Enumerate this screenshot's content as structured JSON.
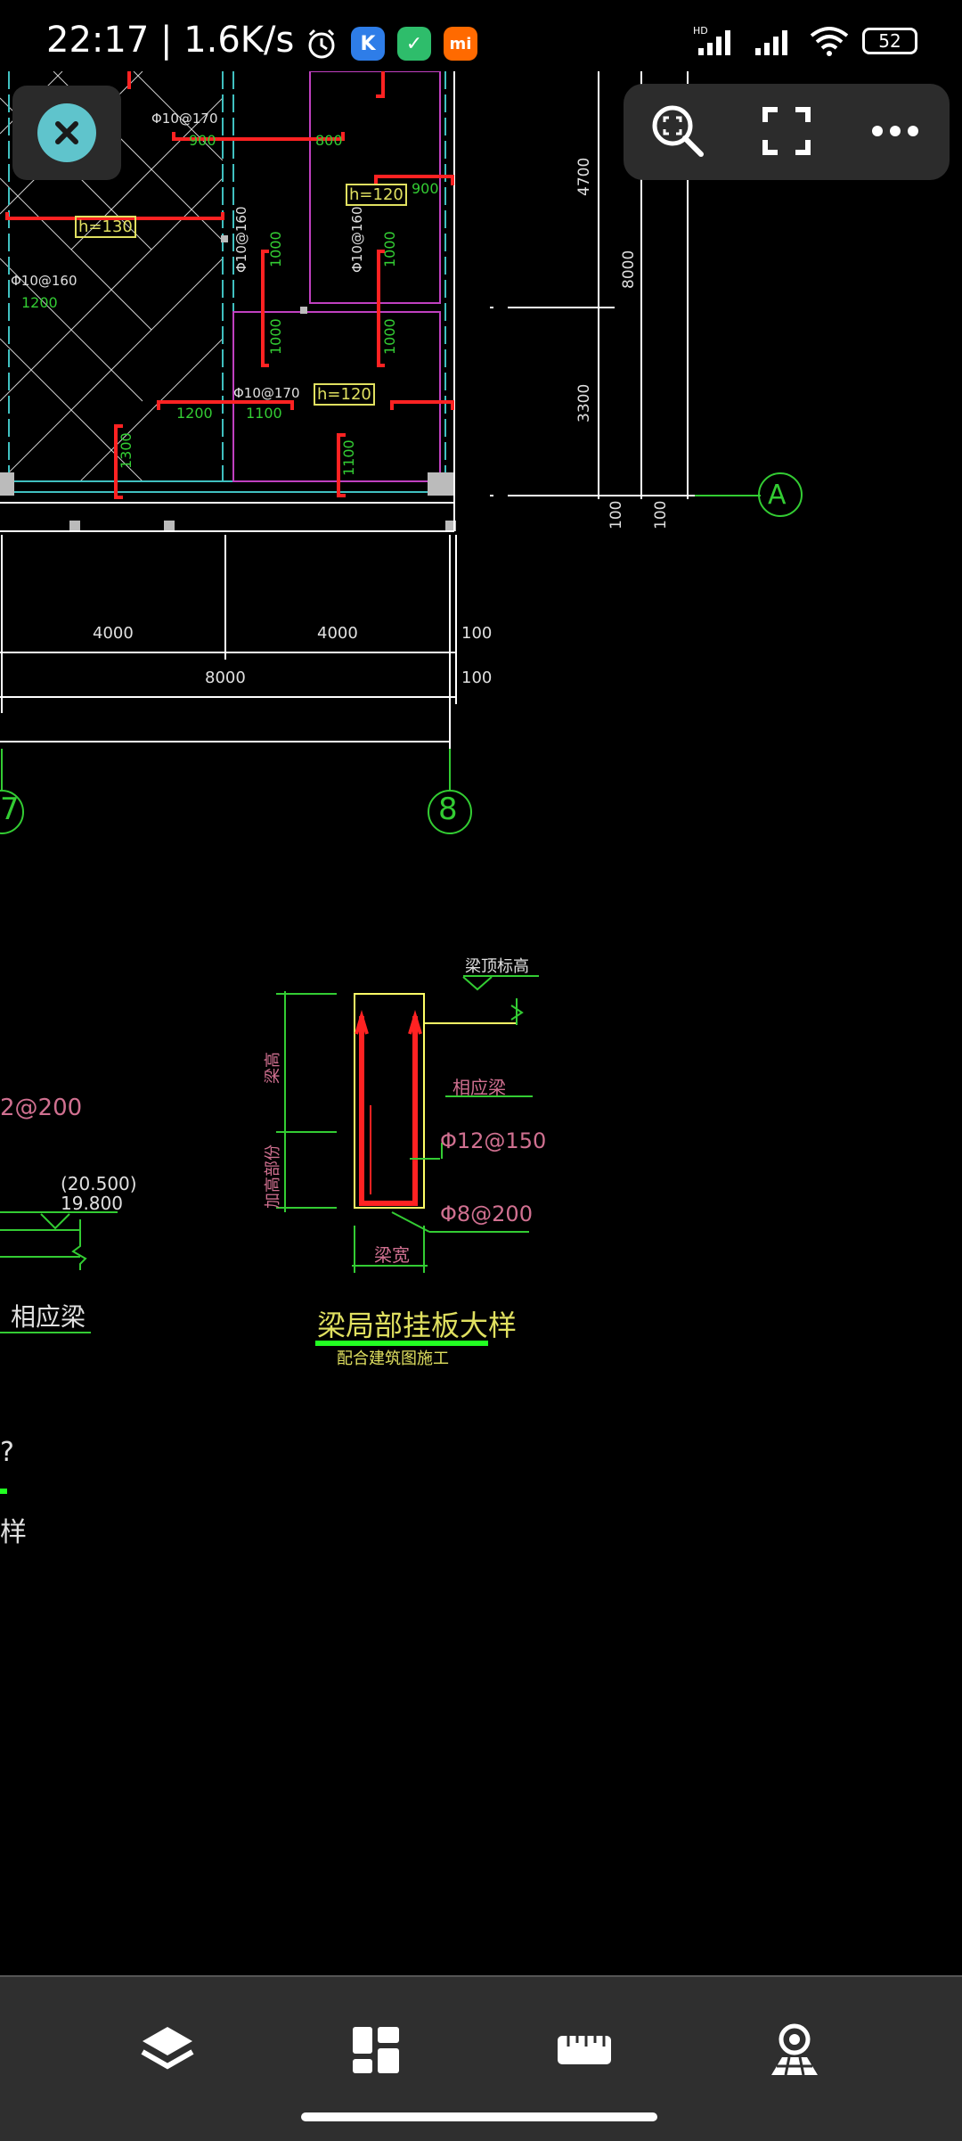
{
  "status_bar": {
    "time": "22:17",
    "speed": "| 1.6K/s",
    "battery": "52",
    "app_icons": [
      "alarm-icon",
      "k-app-icon",
      "shield-app-icon",
      "mi-app-icon"
    ],
    "right_icons": [
      "hd-signal-icon",
      "signal-icon",
      "wifi-icon",
      "battery-icon"
    ]
  },
  "cad": {
    "rebar_labels": [
      "Φ10@170",
      "Φ10@160",
      "Φ10@160",
      "Φ10@160",
      "Φ10@170"
    ],
    "dims_green": [
      "900",
      "800",
      "900",
      "1200",
      "1000",
      "1000",
      "1000",
      "1000",
      "1200",
      "1100",
      "1300",
      "1100"
    ],
    "h_labels": [
      "h=130",
      "h=120",
      "h=120"
    ],
    "right_dims": [
      "4700",
      "8000",
      "3300",
      "100",
      "100"
    ],
    "axis_a": "A",
    "bottom_dims": [
      "4000",
      "4000",
      "100",
      "8000",
      "100"
    ],
    "axis_7": "7",
    "axis_8": "8",
    "detail": {
      "top_label": "梁顶标高",
      "height_label": "梁高",
      "thicken_label": "加高部份",
      "corresponding_beam": "相应梁",
      "rebar1": "Φ12@150",
      "rebar2": "Φ8@200",
      "width_label": "梁宽",
      "title": "梁局部挂板大样",
      "subtitle": "配合建筑图施工"
    },
    "left_partial": {
      "rebar": "2@200",
      "elev1": "(20.500)",
      "elev2": "19.800",
      "beam": "相应梁",
      "cut1": "?",
      "cut2": "样"
    }
  },
  "toolbar": {
    "close_icon": "close-icon",
    "zoom_icon": "zoom-fit-icon",
    "fullscreen_icon": "fullscreen-icon",
    "more_icon": "more-icon"
  },
  "bottom_bar": {
    "icons": [
      "layers-icon",
      "dashboard-icon",
      "ruler-icon",
      "viewpoint-icon"
    ]
  },
  "colors": {
    "cad_green": "#33cc33",
    "cad_red": "#ff2222",
    "cad_magenta": "#c040c0",
    "cad_cyan": "#40c0c0",
    "cad_yellow": "#e0e060",
    "cad_pink": "#d07090",
    "accent_teal": "#5fc4cc"
  }
}
